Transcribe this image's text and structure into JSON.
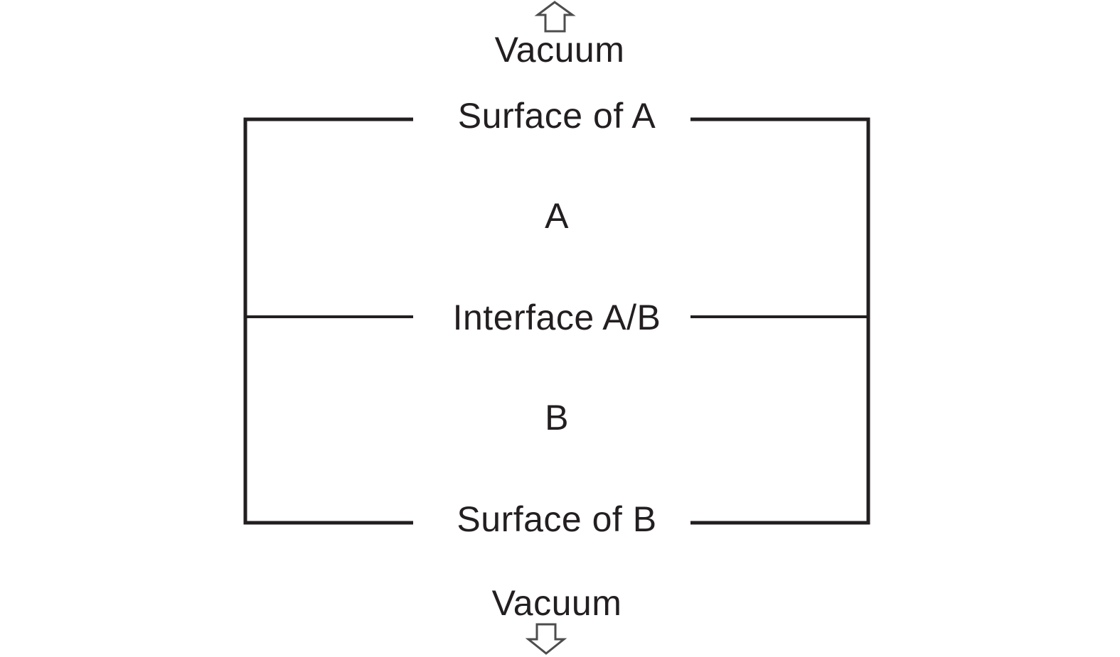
{
  "labels": {
    "vacuum_top": "Vacuum",
    "surface_a": "Surface of A",
    "region_a": "A",
    "interface_ab": "Interface A/B",
    "region_b": "B",
    "surface_b": "Surface of B",
    "vacuum_bottom": "Vacuum"
  },
  "colors": {
    "line": "#231f20",
    "arrow_stroke": "#4d4d4d",
    "background": "#ffffff"
  },
  "icons": {
    "top": "arrow-up-outline-icon",
    "bottom": "arrow-down-outline-icon"
  }
}
